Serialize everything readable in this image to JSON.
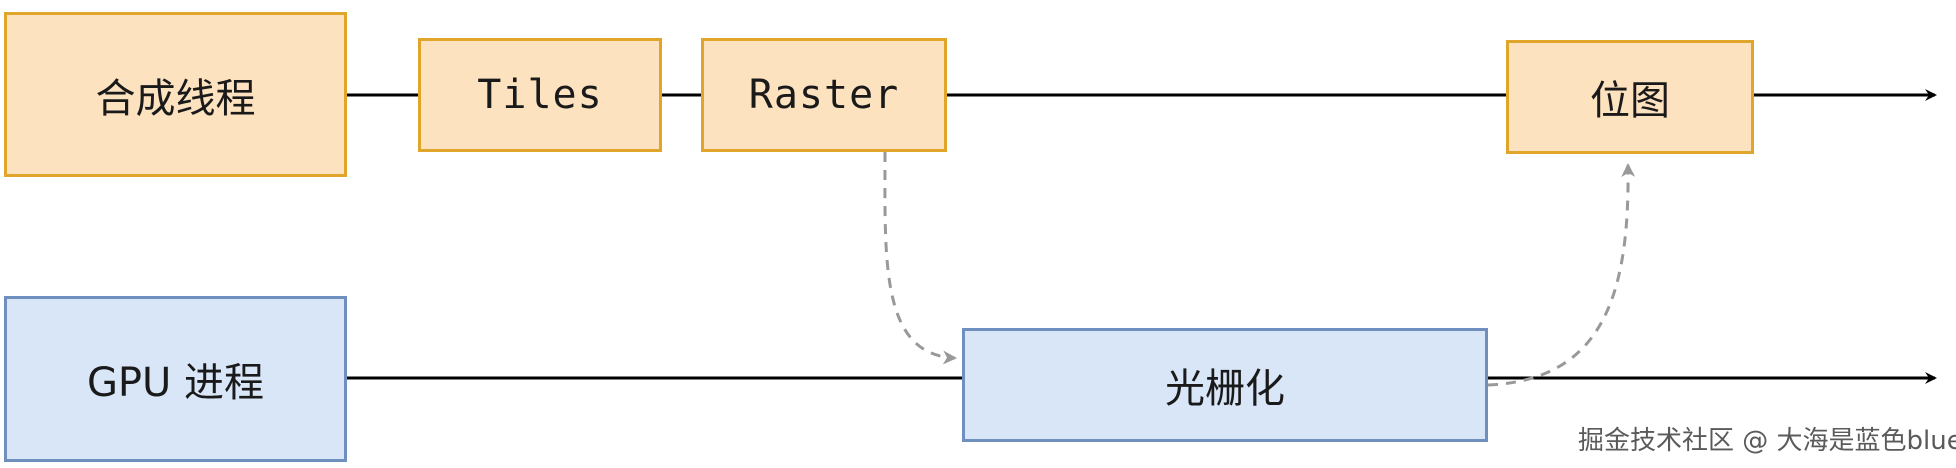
{
  "nodes": {
    "composite_thread": "合成线程",
    "tiles": "Tiles",
    "raster": "Raster",
    "bitmap": "位图",
    "gpu_process": "GPU 进程",
    "rasterization": "光栅化"
  },
  "watermark": "掘金技术社区 @ 大海是蓝色blue",
  "colors": {
    "orange_fill": "#fde2c0",
    "orange_border": "#e0a62b",
    "blue_fill": "#d8e6f8",
    "blue_border": "#6f8fbe",
    "line": "#000000",
    "dashed": "#999999"
  }
}
